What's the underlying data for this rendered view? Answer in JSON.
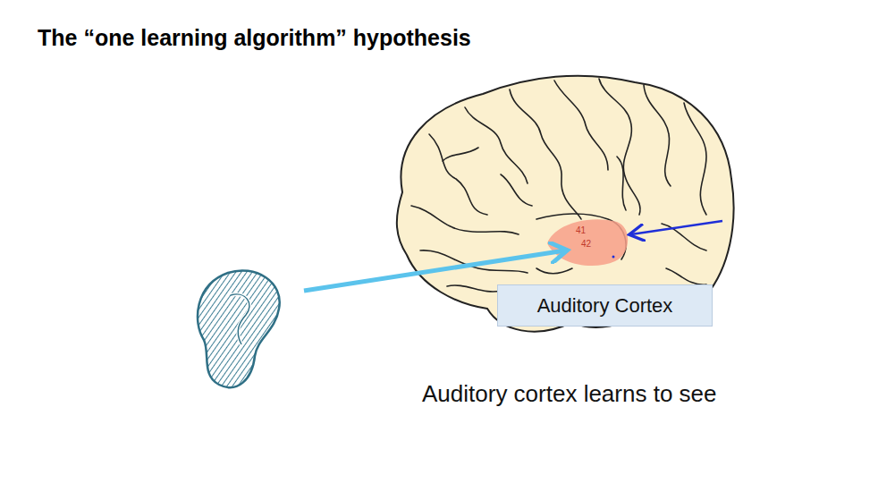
{
  "diagram": {
    "title": "The “one learning algorithm” hypothesis",
    "nodes": [
      {
        "text": [
          "Auditory Cortex"
        ]
      }
    ],
    "labels": [
      "41",
      "42",
      "Auditory cortex learns to see"
    ]
  }
}
